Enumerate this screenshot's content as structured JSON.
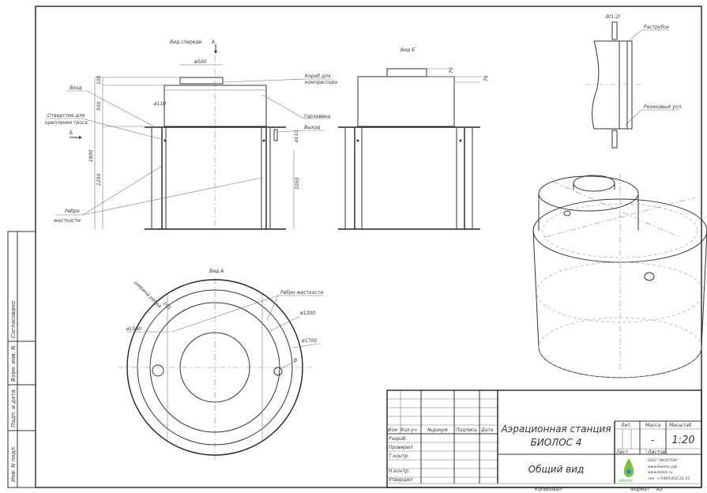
{
  "front_view": {
    "title": "Вид спереди",
    "arrow_a": "А",
    "dia_lid": "ø500",
    "lid_label_1": "Короб для",
    "lid_label_2": "компрессора",
    "neck_label": "Горловина",
    "inlet": "Вход",
    "inlet_dia": "ø110",
    "hole_label_1": "Отверстие для",
    "hole_label_2": "крепления троса",
    "arrow_b": "Б",
    "outlet": "Выход",
    "outlet_dia": "ø110",
    "dim_100": "100",
    "dim_500": "500",
    "dim_1800": "1800",
    "dim_1200": "1200",
    "dim_1050": "1050",
    "rib_label_1": "Ребро",
    "rib_label_2": "жесткости"
  },
  "side_view": {
    "title": "Вид Б",
    "dim_top": "70",
    "dim_top2": "78"
  },
  "detail_view": {
    "title": "В(1:2)",
    "socket": "Раструбок",
    "seal": "Резиновый упл."
  },
  "plan_view": {
    "title": "Вид А",
    "rib_width": "100",
    "rib_width_label": "ширина ребра",
    "dia_1500": "ø1500",
    "dia_1200": "ø1200",
    "dia_1700": "ø1700",
    "rib_label": "Ребро жесткости",
    "callout_b": "В"
  },
  "side_stamp": {
    "agreed": "Согласовано",
    "replace_inv": "Взам. инв. N",
    "sign_date": "Подп. и дата",
    "inv_orig": "Инв. N подл."
  },
  "title_block": {
    "col_headers": [
      "Изм",
      "Кол.уч",
      "№докум",
      "Подпись",
      "Дата"
    ],
    "rows": [
      "Разраб.",
      "Проверил",
      "Т.контр.",
      "",
      "Н.контр.",
      "Утвердил"
    ],
    "title_1": "Аэрационная станция",
    "title_2": "БИОЛОС 4",
    "subtitle": "Общий вид",
    "lit": "Лит.",
    "mass": "Масса",
    "scale": "Масштаб",
    "mass_value": "-",
    "scale_value": "1:20",
    "sheet": "Лист",
    "sheets": "Листов",
    "company": "ООО \"ЭКОСТОК\"",
    "site_1": "www.биолос.рф",
    "site_2": "www.biolos.ru",
    "phone": "тел. +7(495)432-22-23",
    "logo_text": "БИОЛОС",
    "copied": "Копировал",
    "format_label": "Формат",
    "format_value": "А3"
  }
}
